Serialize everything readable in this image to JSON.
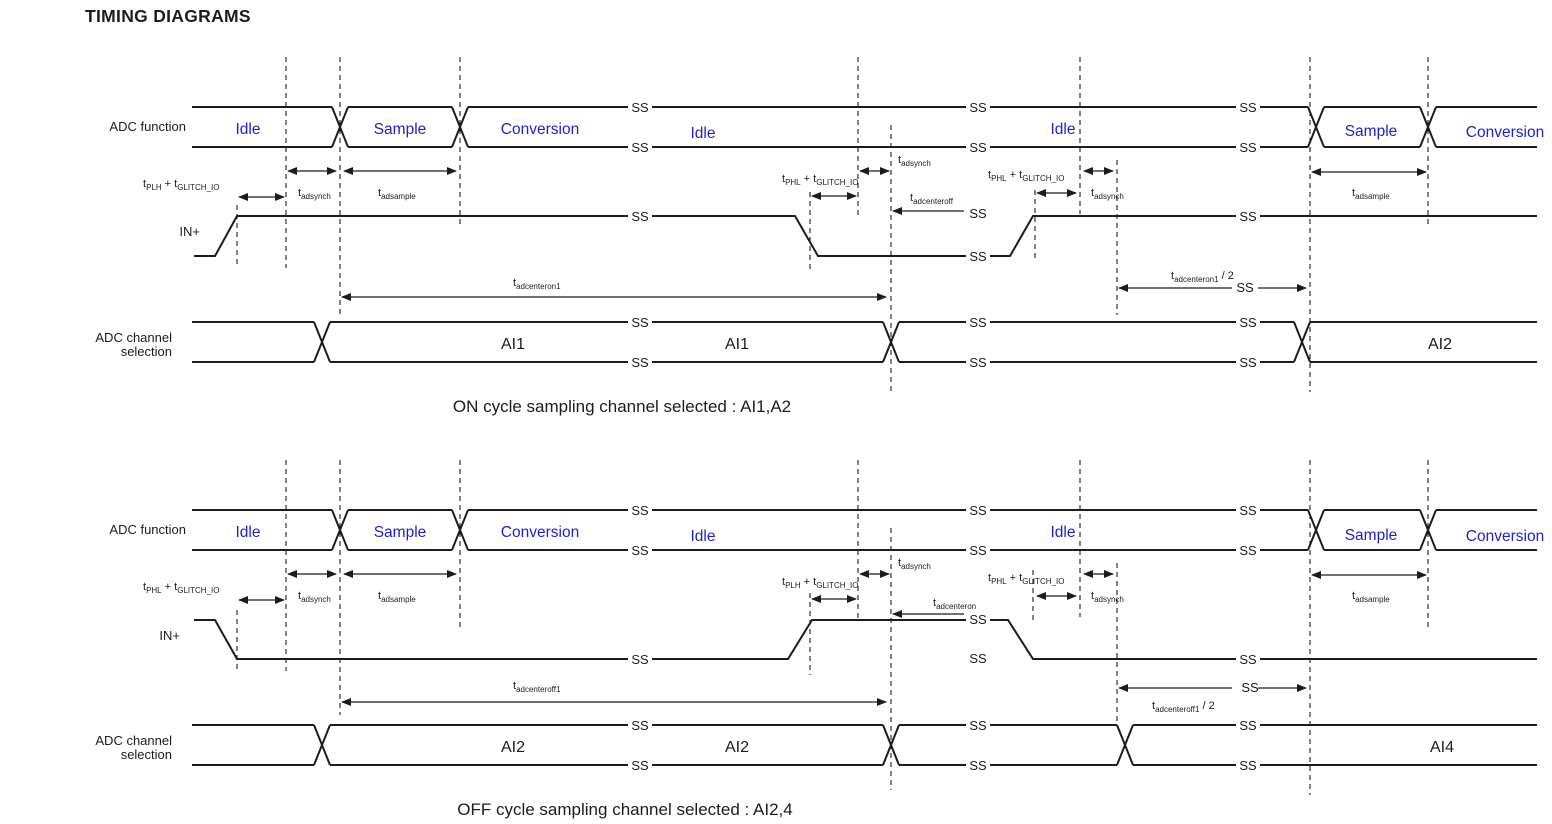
{
  "title": "TIMING DIAGRAMS",
  "labels": {
    "ss": "SS",
    "adc_function": "ADC function",
    "in_plus": "IN+",
    "adc_channel_line1": "ADC channel",
    "adc_channel_line2": "selection"
  },
  "states": {
    "idle": "Idle",
    "sample": "Sample",
    "conversion": "Conversion"
  },
  "timing": {
    "t_plh_glitch": {
      "b1": "t",
      "s1": "PLH",
      "mid": " + ",
      "b2": "t",
      "s2": "GLITCH_IO"
    },
    "t_phl_glitch": {
      "b1": "t",
      "s1": "PHL",
      "mid": " + ",
      "b2": "t",
      "s2": "GLITCH_IO"
    },
    "t_adsynch": {
      "b1": "t",
      "s1": "adsynch"
    },
    "t_adsample": {
      "b1": "t",
      "s1": "adsample"
    },
    "t_adcenteroff": {
      "b1": "t",
      "s1": "adcenteroff"
    },
    "t_adcenteron": {
      "b1": "t",
      "s1": "adcenteron"
    },
    "t_adcenteron1": {
      "b1": "t",
      "s1": "adcenteron1"
    },
    "t_adcenteron1_half": {
      "b1": "t",
      "s1": "adcenteron1",
      "mid": " / 2"
    },
    "t_adcenteroff1": {
      "b1": "t",
      "s1": "adcenteroff1"
    },
    "t_adcenteroff1_half": {
      "b1": "t",
      "s1": "adcenteroff1",
      "mid": " / 2"
    }
  },
  "top_diagram": {
    "channels": {
      "seg1": "AI1",
      "seg2": "AI1",
      "seg3": "AI2"
    },
    "caption": "ON cycle sampling channel selected : AI1,A2"
  },
  "bottom_diagram": {
    "channels": {
      "seg1": "AI2",
      "seg2": "AI2",
      "seg3": "AI4"
    },
    "caption": "OFF cycle sampling channel selected : AI2,4"
  },
  "colors": {
    "state_label": "#2020cc",
    "line": "#1c1c1c",
    "text": "#1c1c1c"
  }
}
